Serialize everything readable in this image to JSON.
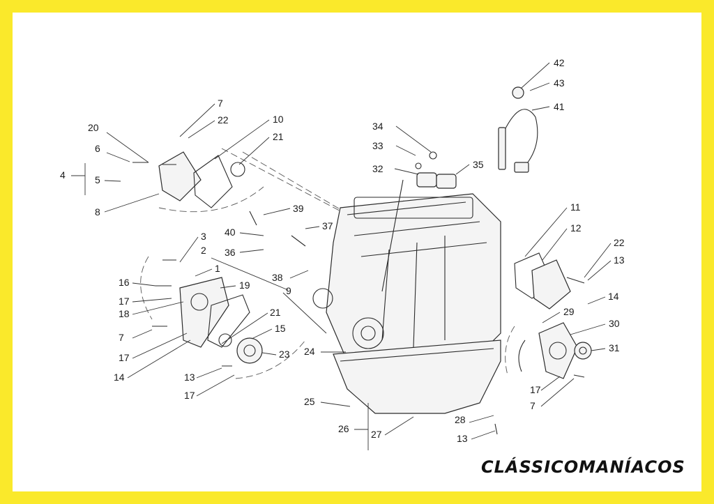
{
  "callouts": [
    "42",
    "43",
    "41",
    "34",
    "33",
    "32",
    "35",
    "7",
    "22",
    "20",
    "10",
    "21",
    "6",
    "4",
    "5",
    "8",
    "39",
    "40",
    "37",
    "36",
    "3",
    "2",
    "1",
    "16",
    "19",
    "17",
    "18",
    "9",
    "38",
    "11",
    "12",
    "22",
    "13",
    "14",
    "21",
    "15",
    "7",
    "29",
    "30",
    "17",
    "23",
    "24",
    "31",
    "14",
    "13",
    "17",
    "25",
    "28",
    "26",
    "27",
    "13",
    "7",
    "17"
  ],
  "watermark": "CLÁSSICOMANÍACOS",
  "colors": {
    "frame": "#FAE92B",
    "paper": "#ffffff",
    "ink": "#1a1a1a"
  }
}
